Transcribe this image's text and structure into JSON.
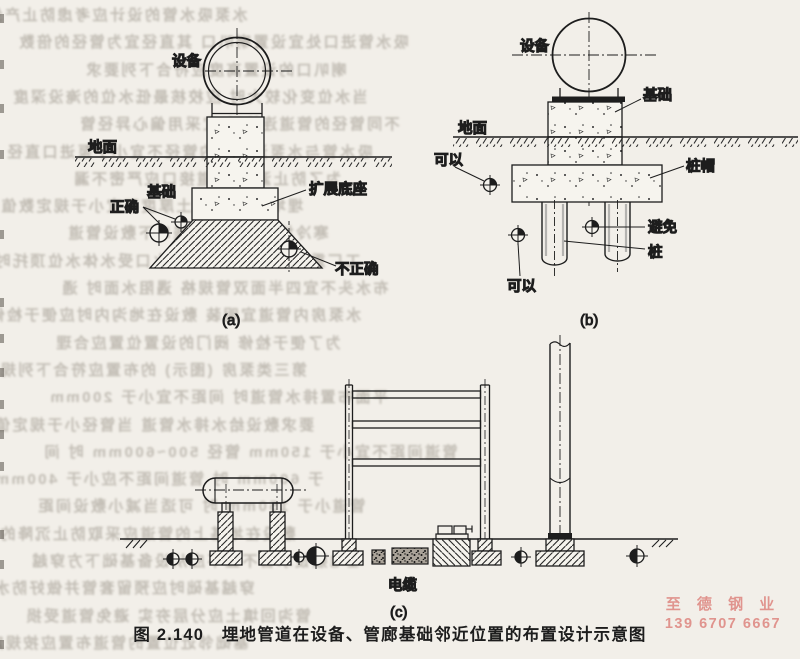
{
  "figure": {
    "caption": "图 2.140　埋地管道在设备、管廊基础邻近位置的布置设计示意图"
  },
  "diagram_a": {
    "label": "(a)",
    "equipment": "设备",
    "ground": "地面",
    "foundation": "基础",
    "correct": "正确",
    "expanded_base": "扩展底座",
    "incorrect": "不正确"
  },
  "diagram_b": {
    "label": "(b)",
    "equipment": "设备",
    "foundation": "基础",
    "ground": "地面",
    "pile_cap": "桩帽",
    "ok_top": "可以",
    "avoid": "避免",
    "pile": "桩",
    "ok_bottom": "可以"
  },
  "diagram_c": {
    "label": "(c)",
    "cable": "电缆"
  },
  "watermark": {
    "company": "至 德 钢 业",
    "phone": "139 6707 6667",
    "color": "#dd817b"
  },
  "bleed_text": {
    "description": "illegible mirrored show-through text from the reverse page",
    "lines": [
      "水泵吸水管的设计应考虑防止产生气囊",
      "吸水管进口处宜设置喇叭口 其直径宜为管径的倍数",
      "喇叭口的设置高度应符合下列要求",
      "当水位变化较大时 应校核最低水位的淹没深度",
      "不同管径的管道连接时 宜采用偏心异径管",
      "吸水管与水泵连接处的管径不宜小于泵进口直径",
      "为了防止漏气 管道接口应严密不漏",
      "埋地敷设时 覆土厚度不宜小于规定数值",
      "寒冷地区应在冰冻线以下敷设管道",
      "工厂重力流排水管道的出水口受水体水位顶托时",
      "布水头不宜四半面双管规格 遇阻水面时 通",
      "水泵房内管道宜明装 敷设在地沟内时应便于检修",
      "为了便于检修 阀门的设置位置应合理",
      "第三类泵房 (图示) 的布置应符合下列规定",
      "平面布置排水管道时 间距不宜小于 200mm",
      "要求敷设给水排水管道 当管径小于规定值时",
      "管道间距不宜小于 150mm 管径 500~600mm 时 间",
      "于 600mm 时 管道间距不应小于 400mm 当",
      "管道小于 150mm 时 可适当减小敷设间距",
      "敷设在地基上的管道应采取防止沉降的措施",
      "埋地敷设水管不宜不应从设备基础下方穿越",
      "穿越基础时应预留套管并做好防水处理",
      "管沟回填土应分层夯实 避免管道受损",
      "基础邻近位置的管道布置应按规定执行"
    ]
  }
}
